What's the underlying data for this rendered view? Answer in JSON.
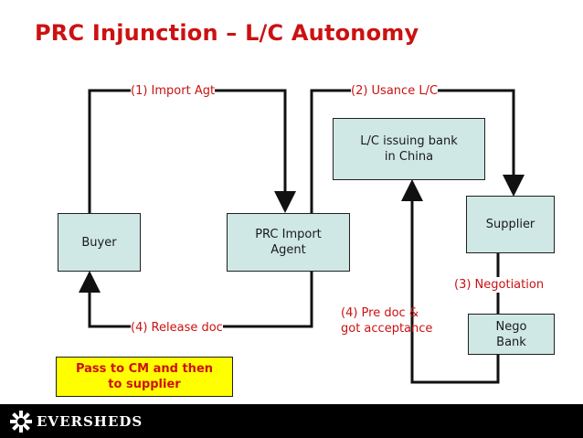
{
  "title": "PRC Injunction – L/C Autonomy",
  "nodes": {
    "buyer": "Buyer",
    "prc_agent": "PRC Import\nAgent",
    "issuing_bank": "L/C issuing bank\nin China",
    "supplier": "Supplier",
    "nego_bank": "Nego\nBank"
  },
  "steps": {
    "import_agt": "(1) Import Agt",
    "usance_lc": "(2) Usance L/C",
    "negotiation": "(3) Negotiation",
    "pre_doc": "(4) Pre doc &\ngot acceptance",
    "release_doc": "(4) Release doc"
  },
  "note": "Pass to CM and then\nto supplier",
  "footer": {
    "brand": "EVERSHEDS",
    "logo_icon": "eversheds-logo-icon"
  },
  "colors": {
    "title": "#cc1111",
    "label": "#cc1111",
    "box_fill": "#cfe8e6",
    "note_fill": "#ffff00",
    "footer_bg": "#000000",
    "line": "#111111"
  }
}
